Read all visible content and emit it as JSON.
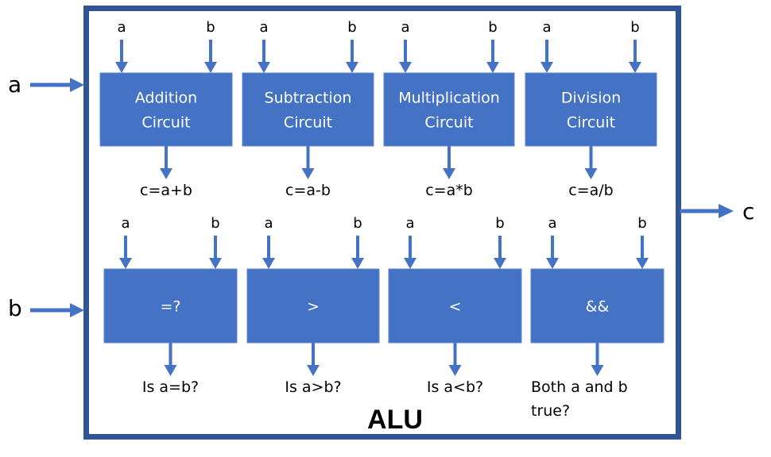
{
  "title": "ALU",
  "external_inputs": [
    {
      "label": "a"
    },
    {
      "label": "b"
    }
  ],
  "external_output": {
    "label": "c"
  },
  "colors": {
    "border": "#2F5597",
    "box_fill": "#4472C4",
    "box_outline": "#5B86D0",
    "arrow": "#4472C4",
    "box_text": "#FFFFFF",
    "text": "#000000"
  },
  "rows": [
    {
      "units": [
        {
          "id": "addition",
          "lines": [
            "Addition",
            "Circuit"
          ],
          "input_a": "a",
          "input_b": "b",
          "output": [
            "c=a+b"
          ]
        },
        {
          "id": "subtraction",
          "lines": [
            "Subtraction",
            "Circuit"
          ],
          "input_a": "a",
          "input_b": "b",
          "output": [
            "c=a-b"
          ]
        },
        {
          "id": "multiplication",
          "lines": [
            "Multiplication",
            "Circuit"
          ],
          "input_a": "a",
          "input_b": "b",
          "output": [
            "c=a*b"
          ]
        },
        {
          "id": "division",
          "lines": [
            "Division",
            "Circuit"
          ],
          "input_a": "a",
          "input_b": "b",
          "output": [
            "c=a/b"
          ]
        }
      ]
    },
    {
      "units": [
        {
          "id": "equal",
          "lines": [
            "=?"
          ],
          "input_a": "a",
          "input_b": "b",
          "output": [
            "Is a=b?"
          ]
        },
        {
          "id": "greater",
          "lines": [
            ">"
          ],
          "input_a": "a",
          "input_b": "b",
          "output": [
            "Is a>b?"
          ]
        },
        {
          "id": "less",
          "lines": [
            "<"
          ],
          "input_a": "a",
          "input_b": "b",
          "output": [
            "Is a<b?"
          ]
        },
        {
          "id": "and",
          "lines": [
            "&&"
          ],
          "input_a": "a",
          "input_b": "b",
          "output": [
            "Both a and b",
            "true?"
          ]
        }
      ]
    }
  ]
}
